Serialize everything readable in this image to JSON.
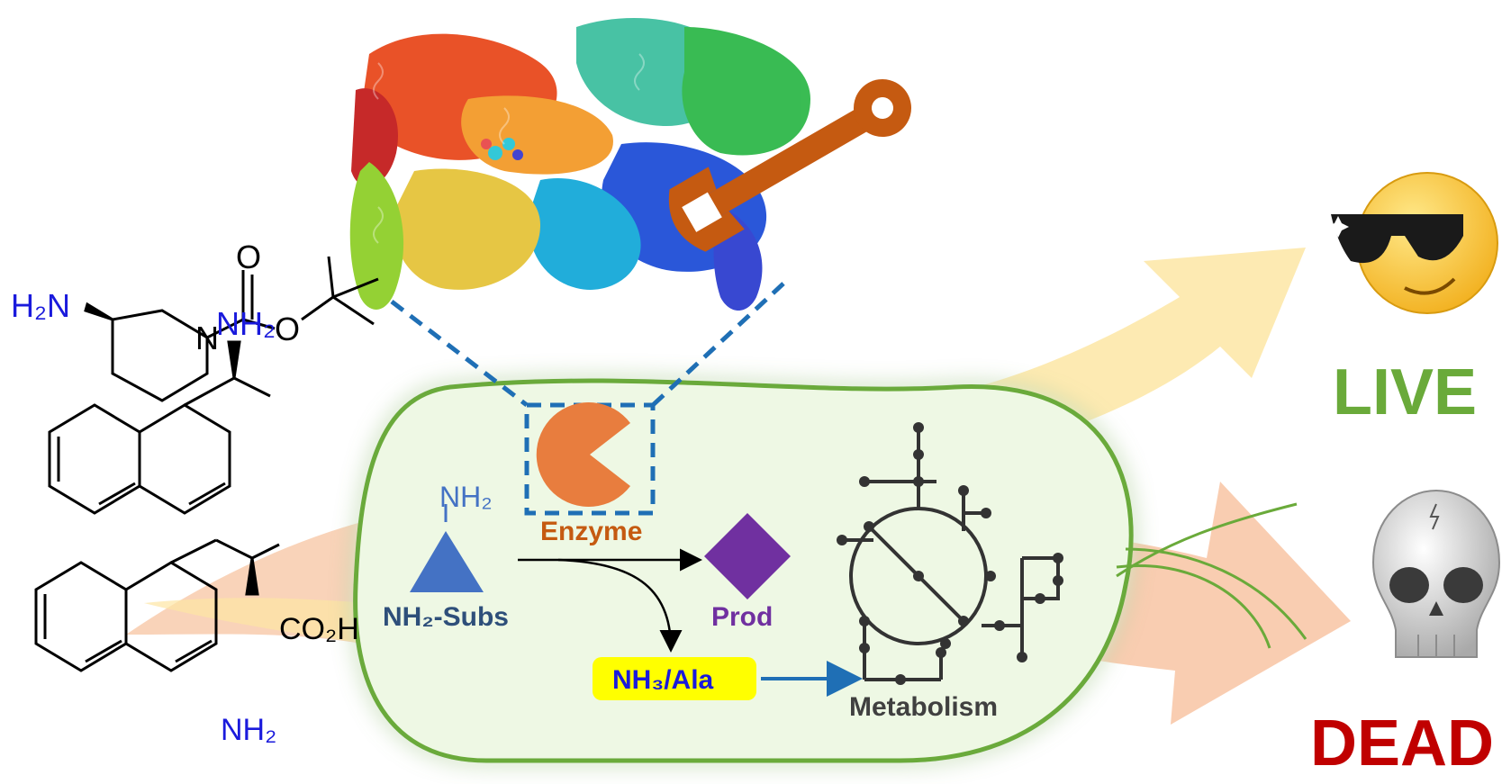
{
  "molecules": {
    "boc": {
      "amine": "H₂N",
      "n": "N",
      "o_top": "O",
      "o_ester": "O"
    },
    "naphthylethylamine": {
      "amine": "NH₂"
    },
    "naphthylalanine": {
      "acid": "CO₂H",
      "amine": "NH₂"
    }
  },
  "cell": {
    "substrate_amine": "NH₂",
    "substrate_label": "NH₂-Subs",
    "enzyme_label": "Enzyme",
    "product_label": "Prod",
    "byproduct_label": "NH₃/Ala",
    "metabolism_label": "Metabolism"
  },
  "outcomes": {
    "live": "LIVE",
    "dead": "DEAD"
  },
  "colors": {
    "live": "#6aaa3a",
    "dead": "#c00000",
    "enzyme": "#e87d3e",
    "product": "#7030a0",
    "substrate": "#4472c4",
    "byproduct_bg": "#ffff00",
    "dash": "#1f6fb5",
    "cell_fill": "#eef8e4",
    "cell_border": "#6aaa3a",
    "wrench": "#c55a11"
  },
  "icons": [
    "protein-structure-icon",
    "wrench-icon",
    "sunglasses-emoji-icon",
    "skull-emoji-icon",
    "pacman-enzyme-icon",
    "triangle-substrate-icon",
    "diamond-product-icon",
    "metabolic-network-icon"
  ]
}
